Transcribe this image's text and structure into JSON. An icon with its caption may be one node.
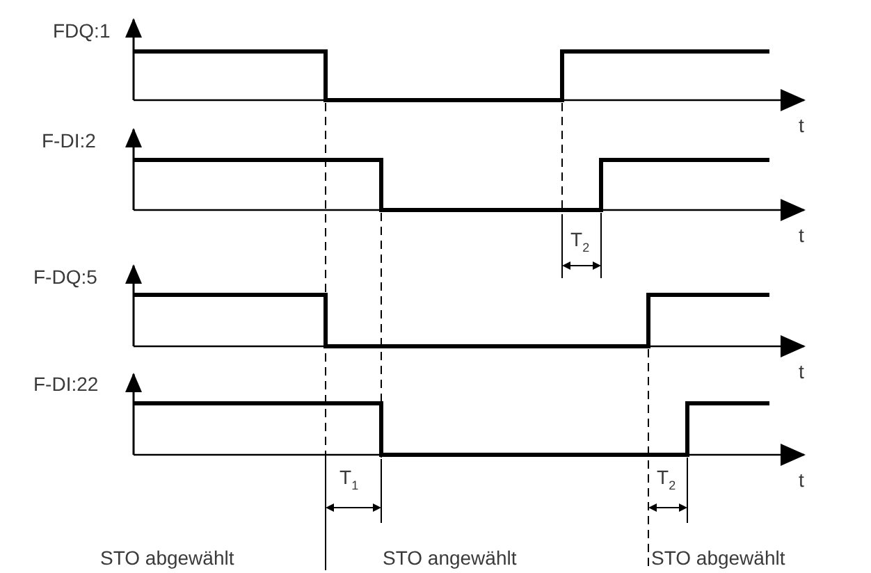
{
  "diagram": {
    "labels": [
      "FDQ:1",
      "t",
      "F-DI:2",
      "t",
      "T$_{2}$",
      "F-DQ:5",
      "t",
      "F-DI:22",
      "t",
      "T$_{1}$",
      "T$_{2}$",
      "STO abgewählt",
      "STO angewählt",
      "STO abgewählt"
    ]
  }
}
